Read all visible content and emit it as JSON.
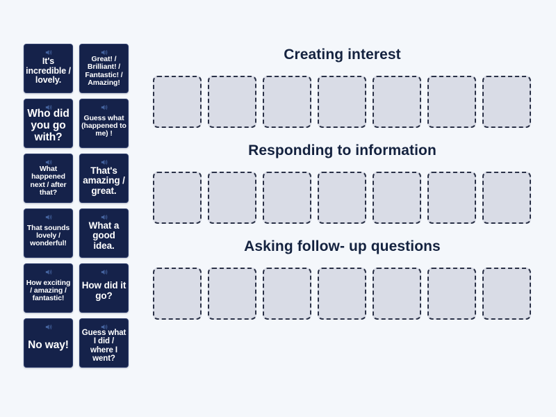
{
  "activity": {
    "type": "group-sort",
    "background_color": "#f4f7fb",
    "tile_color": "#15224a",
    "tile_text_color": "#ffffff",
    "slot_fill_color": "#d9dce6",
    "slot_border_color": "#2a3147",
    "heading_color": "#14223f"
  },
  "tiles": [
    {
      "text": "It's incredible / lovely.",
      "icon": "speaker-icon",
      "size": "fs-12"
    },
    {
      "text": "Great! / Brilliant! / Fantastic! / Amazing!",
      "icon": "speaker-icon",
      "size": "fs-10"
    },
    {
      "text": "Who did you go with?",
      "icon": "speaker-icon",
      "size": "fs-15"
    },
    {
      "text": "Guess what (happened to me) !",
      "icon": "speaker-icon",
      "size": "fs-10"
    },
    {
      "text": "What happened next / after that?",
      "icon": "speaker-icon",
      "size": "fs-10"
    },
    {
      "text": "That's amazing / great.",
      "icon": "speaker-icon",
      "size": "fs-13"
    },
    {
      "text": "That sounds lovely / wonderful!",
      "icon": "speaker-icon",
      "size": "fs-10"
    },
    {
      "text": "What a good idea.",
      "icon": "speaker-icon",
      "size": "fs-13"
    },
    {
      "text": "How exciting / amazing / fantastic!",
      "icon": "speaker-icon",
      "size": "fs-10"
    },
    {
      "text": "How did it go?",
      "icon": "speaker-icon",
      "size": "fs-13"
    },
    {
      "text": "No way!",
      "icon": "speaker-icon",
      "size": "fs-15"
    },
    {
      "text": "Guess what I did / where I went?",
      "icon": "speaker-icon",
      "size": "fs-11"
    }
  ],
  "groups": [
    {
      "title": "Creating interest",
      "slot_count": 7
    },
    {
      "title": "Responding to information",
      "slot_count": 7
    },
    {
      "title": "Asking follow- up questions",
      "slot_count": 7
    }
  ]
}
